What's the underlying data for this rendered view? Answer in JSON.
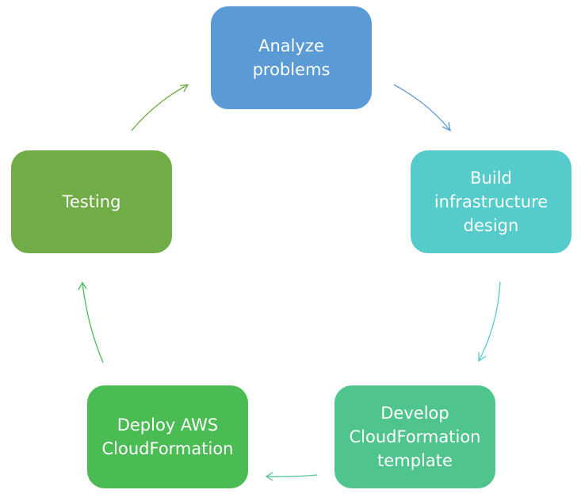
{
  "diagram": {
    "type": "cycle",
    "nodes": [
      {
        "id": "analyze",
        "label": "Analyze\nproblems",
        "color": "#5B9BD5"
      },
      {
        "id": "build",
        "label": "Build\ninfrastructure\ndesign",
        "color": "#56CBCB"
      },
      {
        "id": "develop",
        "label": "Develop\nCloudFormation\ntemplate",
        "color": "#4FC48D"
      },
      {
        "id": "deploy",
        "label": "Deploy AWS\nCloudFormation",
        "color": "#4BBB54"
      },
      {
        "id": "testing",
        "label": "Testing",
        "color": "#70AD47"
      }
    ],
    "edges": [
      {
        "from": "analyze",
        "to": "build",
        "color": "#5B9BD5"
      },
      {
        "from": "build",
        "to": "develop",
        "color": "#56CBCB"
      },
      {
        "from": "develop",
        "to": "deploy",
        "color": "#4FC48D"
      },
      {
        "from": "deploy",
        "to": "testing",
        "color": "#4BBB54"
      },
      {
        "from": "testing",
        "to": "analyze",
        "color": "#70AD47"
      }
    ]
  }
}
